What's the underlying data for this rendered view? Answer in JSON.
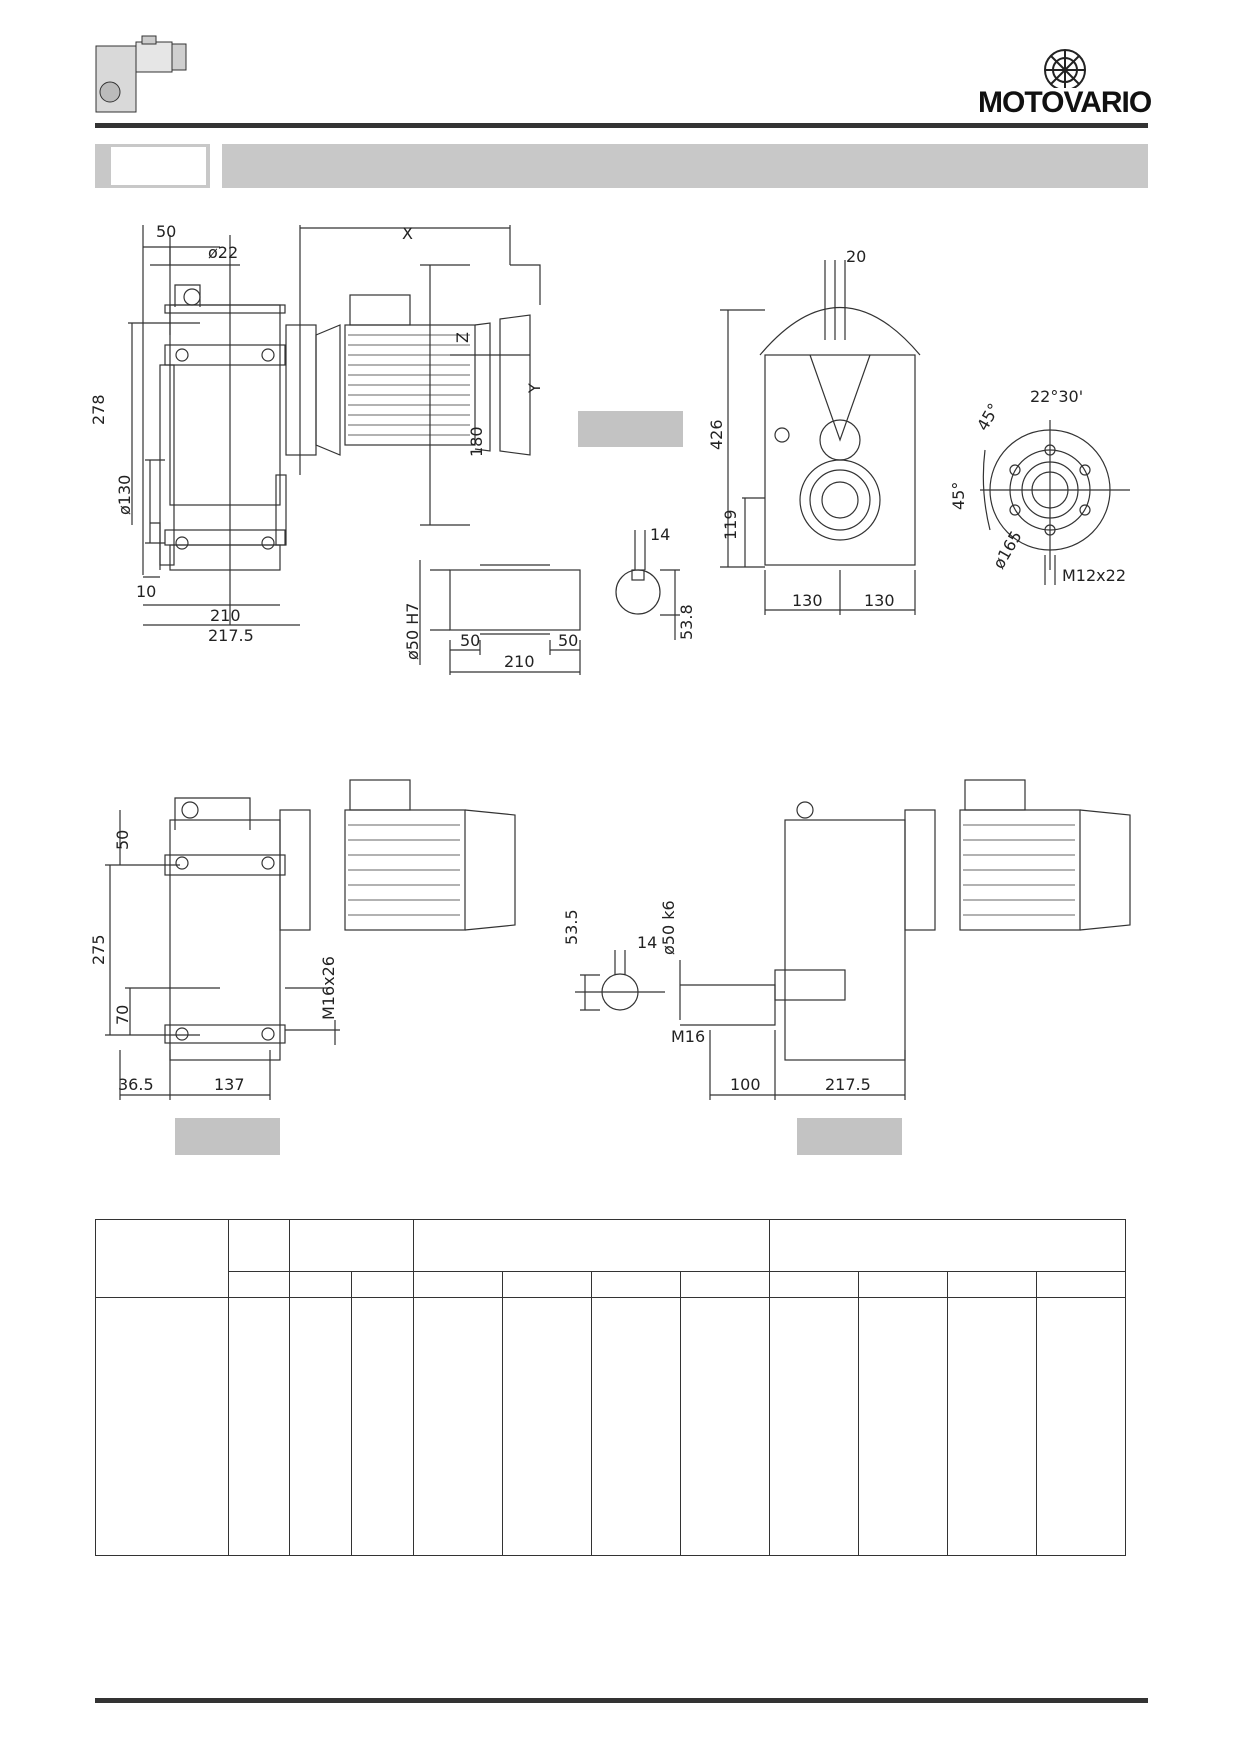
{
  "brand": {
    "logo_text": "MOTOVARIO"
  },
  "dimensions": {
    "top_left": {
      "d50": "50",
      "d22": "ø22",
      "x": "X",
      "z": "Z",
      "y": "Y",
      "h278": "278",
      "d130": "ø130",
      "h180": "180",
      "w10": "10",
      "w210": "210",
      "w2175": "217.5"
    },
    "shaft": {
      "d50h7": "ø50 H7",
      "w50a": "50",
      "w50b": "50",
      "w210": "210",
      "k14": "14",
      "h538": "53.8"
    },
    "top_right": {
      "w20": "20",
      "h426": "426",
      "h119": "119",
      "w130a": "130",
      "w130b": "130"
    },
    "flange": {
      "a45a": "45°",
      "a2230": "22°30'",
      "a45b": "45°",
      "d165": "ø165",
      "m12": "M12x22"
    },
    "bottom_left": {
      "h50": "50",
      "h275": "275",
      "h70": "70",
      "m16x26": "M16x26",
      "w365": "36.5",
      "w137": "137"
    },
    "bottom_right": {
      "h535": "53.5",
      "k14": "14",
      "d50k6": "ø50 k6",
      "m16": "M16",
      "w100": "100",
      "w2175": "217.5"
    }
  }
}
